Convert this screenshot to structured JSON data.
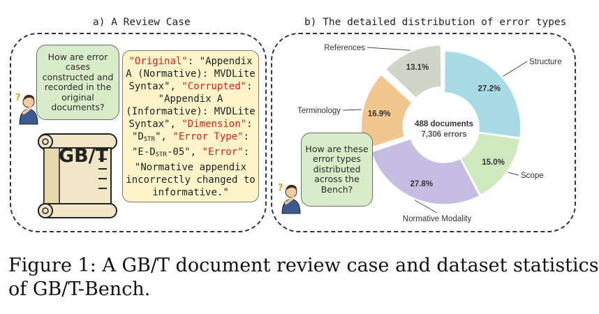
{
  "panel_a": {
    "title": "a) A Review Case",
    "question": "How are error cases constructed and recorded in the original documents?",
    "doc_label": "GB/T",
    "record": {
      "original_key": "\"Original\"",
      "original_val": ": \"Appendix A (Normative): MVDLite Syntax\",",
      "corrupted_key": "\"Corrupted\"",
      "corrupted_val": ": \"Appendix A (Informative): MVDLite Syntax\",",
      "dimension_key": "\"Dimension\"",
      "dimension_pre": ": \"D",
      "dimension_sub": "STR",
      "dimension_post": "\",",
      "errtype_key": "\"Error Type\"",
      "errtype_pre": ": \"E-D",
      "errtype_sub": "STR",
      "errtype_post": "-05\",",
      "error_key": "\"Error\"",
      "error_val": ": \"Normative appendix incorrectly changed to informative.\""
    }
  },
  "panel_b": {
    "title": "b) The detailed distribution of error types",
    "question": "How are these error types distributed across the Bench?",
    "center_line1": "488 documents",
    "center_line2": "7,306 errors"
  },
  "chart_data": {
    "type": "pie",
    "categories": [
      "Structure",
      "Scope",
      "Normative Modality",
      "Terminology",
      "References"
    ],
    "values": [
      27.2,
      15.0,
      27.8,
      16.9,
      13.1
    ],
    "value_labels": [
      "27.2%",
      "15.0%",
      "27.8%",
      "16.9%",
      "13.1%"
    ],
    "colors": [
      "#a9dbe7",
      "#cfe9bf",
      "#c5bde2",
      "#f2c68f",
      "#cfd6c7"
    ],
    "donut": true
  },
  "caption": {
    "line1": "Figure 1: A GB/T document review case and dataset statistics",
    "line2": "of GB/T-Bench."
  }
}
